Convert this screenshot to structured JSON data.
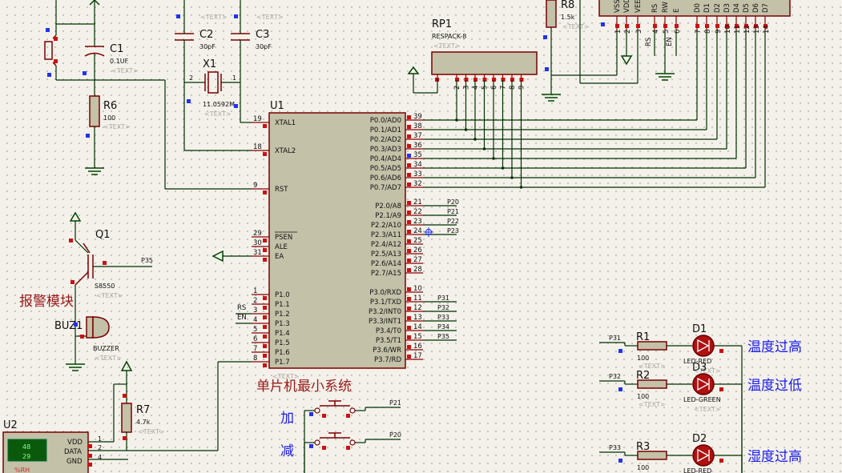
{
  "mcu": {
    "ref": "U1",
    "placeholder": "<TEXT>",
    "left_pins": [
      {
        "num": "19",
        "name": "XTAL1"
      },
      {
        "num": "18",
        "name": "XTAL2"
      },
      {
        "num": "9",
        "name": "RST"
      },
      {
        "num": "29",
        "name": "PSEN"
      },
      {
        "num": "30",
        "name": "ALE"
      },
      {
        "num": "31",
        "name": "EA"
      },
      {
        "num": "1",
        "name": "P1.0"
      },
      {
        "num": "2",
        "name": "P1.1"
      },
      {
        "num": "3",
        "name": "P1.2"
      },
      {
        "num": "4",
        "name": "P1.3"
      },
      {
        "num": "5",
        "name": "P1.4"
      },
      {
        "num": "6",
        "name": "P1.5"
      },
      {
        "num": "7",
        "name": "P1.6"
      },
      {
        "num": "8",
        "name": "P1.7"
      }
    ],
    "right_pins": [
      {
        "num": "39",
        "name": "P0.0/AD0"
      },
      {
        "num": "38",
        "name": "P0.1/AD1"
      },
      {
        "num": "37",
        "name": "P0.2/AD2"
      },
      {
        "num": "36",
        "name": "P0.3/AD3"
      },
      {
        "num": "35",
        "name": "P0.4/AD4"
      },
      {
        "num": "34",
        "name": "P0.5/AD5"
      },
      {
        "num": "33",
        "name": "P0.6/AD6"
      },
      {
        "num": "32",
        "name": "P0.7/AD7"
      },
      {
        "num": "21",
        "name": "P2.0/A8"
      },
      {
        "num": "22",
        "name": "P2.1/A9"
      },
      {
        "num": "23",
        "name": "P2.2/A10"
      },
      {
        "num": "24",
        "name": "P2.3/A11"
      },
      {
        "num": "25",
        "name": "P2.4/A12"
      },
      {
        "num": "26",
        "name": "P2.5/A13"
      },
      {
        "num": "27",
        "name": "P2.6/A14"
      },
      {
        "num": "28",
        "name": "P2.7/A15"
      },
      {
        "num": "10",
        "name": "P3.0/RXD"
      },
      {
        "num": "11",
        "name": "P3.1/TXD"
      },
      {
        "num": "12",
        "name": "P3.2/INT0"
      },
      {
        "num": "13",
        "name": "P3.3/INT1"
      },
      {
        "num": "14",
        "name": "P3.4/T0"
      },
      {
        "num": "15",
        "name": "P3.5/T1"
      },
      {
        "num": "16",
        "name": "P3.6/WR"
      },
      {
        "num": "17",
        "name": "P3.7/RD"
      }
    ],
    "p2_nets": [
      "P20",
      "P21",
      "P22",
      "P23"
    ],
    "p3_nets": [
      "P31",
      "P32",
      "P33",
      "P34",
      "P35"
    ],
    "p1_nets": {
      "rs": "RS",
      "en": "EN"
    }
  },
  "parts": {
    "c1": {
      "ref": "C1",
      "value": "0.1UF",
      "placeholder": "<TEXT>"
    },
    "c2": {
      "ref": "C2",
      "value": "30pF",
      "placeholder": "<TEXT>"
    },
    "c3": {
      "ref": "C3",
      "value": "30pF",
      "placeholder": "<TEXT>"
    },
    "x1": {
      "ref": "X1",
      "value": "11.0592M",
      "placeholder": "<TEXT>"
    },
    "r6": {
      "ref": "R6",
      "value": "100",
      "placeholder": "<TEXT>"
    },
    "r7": {
      "ref": "R7",
      "value": "4.7k",
      "placeholder": "<TEXT>"
    },
    "r8": {
      "ref": "R8",
      "value": "1.5k",
      "placeholder": "<TEXT>"
    },
    "rp1": {
      "ref": "RP1",
      "value": "RESPACK-8",
      "placeholder": "<TEXT>",
      "pins": [
        "2",
        "3",
        "4",
        "5",
        "6",
        "7",
        "8",
        "9"
      ]
    },
    "q1": {
      "ref": "Q1",
      "value": "S8550",
      "placeholder": "<TEXT>"
    },
    "buz1": {
      "ref": "BUZ1",
      "value": "BUZZER",
      "placeholder": "<TEXT>"
    },
    "u2": {
      "ref": "U2"
    }
  },
  "lcd": {
    "top_labels": [
      "VSS",
      "VDD",
      "VEE",
      "RS",
      "RW",
      "E",
      "D0",
      "D1",
      "D2",
      "D3",
      "D4",
      "D5",
      "D6",
      "D7"
    ],
    "pin_nums": [
      "1",
      "2",
      "3",
      "4",
      "5",
      "6",
      "7",
      "8",
      "9",
      "10",
      "11",
      "12",
      "13",
      "14"
    ],
    "rs_label": "RS",
    "en_label": "EN"
  },
  "nets": {
    "q1_base": "P35"
  },
  "sensor": {
    "display_top": "48",
    "display_bottom": "29",
    "unit": "%RH",
    "vdd": "VDD",
    "data": "DATA",
    "gnd": "GND"
  },
  "buttons": [
    {
      "net": "P21"
    },
    {
      "net": "P20"
    }
  ],
  "leds": [
    {
      "net": "P31",
      "resistor": "R1",
      "rvalue": "100",
      "ref": "D1",
      "type": "LED-RED",
      "label": "温度过高"
    },
    {
      "net": "P32",
      "resistor": "R2",
      "rvalue": "100",
      "ref": "D3",
      "type": "LED-GREEN",
      "label": "温度过低"
    },
    {
      "net": "P33",
      "resistor": "R3",
      "rvalue": "100",
      "ref": "D2",
      "type": "LED-RED",
      "label": "湿度过高"
    }
  ],
  "led_placeholder": "<TEXT>",
  "labels": {
    "alarm_module": "报警模块",
    "mcu_system": "单片机最小系统",
    "plus": "加",
    "minus": "减"
  }
}
